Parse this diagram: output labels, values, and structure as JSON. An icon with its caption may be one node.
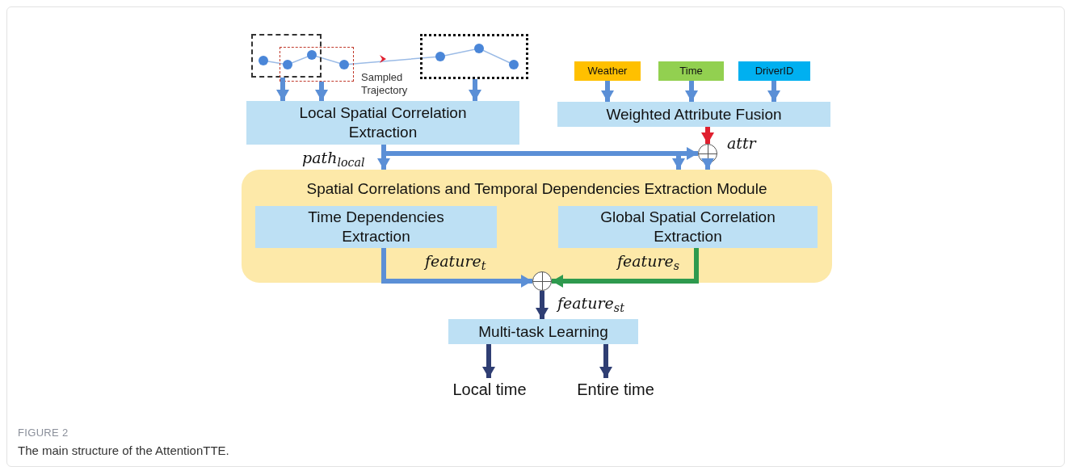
{
  "diagram": {
    "caption": "The main structure of the AttentionTTE.",
    "nodes": [
      {
        "text": [],
        "shape": "box"
      },
      {
        "text": [],
        "shape": "box"
      },
      {
        "text": [],
        "shape": "box"
      },
      {
        "text": [
          "Weather"
        ]
      },
      {
        "text": [
          "Time"
        ]
      },
      {
        "text": [
          "DriverID"
        ]
      },
      {
        "text": [
          "Local Spatial Correlation Extraction"
        ]
      },
      {
        "text": [
          "Weighted Attribute Fusion"
        ]
      },
      {
        "text": [],
        "shape": "circle"
      },
      {
        "text": [
          "Spatial Correlations and Temporal Dependencies Extraction Module"
        ]
      },
      {
        "text": [
          "Time Dependencies Extraction"
        ],
        "in": 9
      },
      {
        "text": [
          "Global Spatial Correlation Extraction"
        ],
        "in": 9
      },
      {
        "text": [],
        "shape": "circle"
      },
      {
        "text": [
          "Multi-task Learning"
        ]
      },
      {
        "text": [
          "Local time"
        ]
      },
      {
        "text": [
          "Entire time"
        ]
      }
    ],
    "edges": [
      {
        "from": 0,
        "to": 6,
        "arrow": "to"
      },
      {
        "from": 1,
        "to": 6,
        "arrow": "to"
      },
      {
        "from": 2,
        "to": 6,
        "arrow": "to"
      },
      {
        "from": 3,
        "to": 7,
        "arrow": "to"
      },
      {
        "from": 4,
        "to": 7,
        "arrow": "to"
      },
      {
        "from": 5,
        "to": 7,
        "arrow": "to"
      },
      {
        "from": 7,
        "to": 8,
        "arrow": "to",
        "label": "attr",
        "color": "#e0202f"
      },
      {
        "from": 6,
        "to": 9,
        "arrow": "to",
        "label": "path$_{local}$"
      },
      {
        "from": 6,
        "to": 8,
        "arrow": "to"
      },
      {
        "from": 6,
        "to": 9,
        "arrow": "to"
      },
      {
        "from": 8,
        "to": 9,
        "arrow": "to"
      },
      {
        "from": 10,
        "to": 12,
        "arrow": "to",
        "label": "feature$_{t}$"
      },
      {
        "from": 11,
        "to": 12,
        "arrow": "to",
        "label": "feature$_{s}$",
        "color": "#2e9a4e"
      },
      {
        "from": 12,
        "to": 13,
        "arrow": "to",
        "label": "feature$_{st}$",
        "color": "#2f3e73"
      },
      {
        "from": 13,
        "to": 14,
        "arrow": "to",
        "color": "#2f3e73"
      },
      {
        "from": 13,
        "to": 15,
        "arrow": "to",
        "color": "#2f3e73"
      }
    ],
    "labels": [
      "Sampled Trajectory",
      "FIGURE 2"
    ]
  }
}
